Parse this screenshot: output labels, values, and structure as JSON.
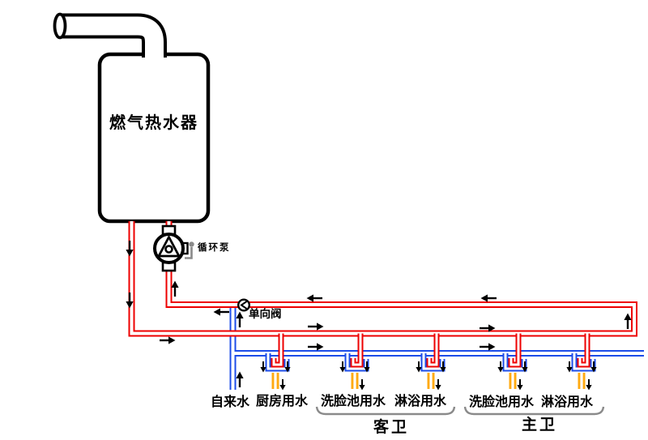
{
  "diagram": {
    "heater_label": "燃气热水器",
    "pump_label": "循环泵",
    "check_valve_label": "单向阀",
    "source_label": "自来水",
    "outlet_labels": [
      "厨房用水",
      "洗脸池用水",
      "淋浴用水",
      "洗脸池用水",
      "淋浴用水"
    ],
    "group_labels": [
      "客卫",
      "主卫"
    ]
  },
  "colors": {
    "hot_water": "#ee0000",
    "cold_water": "#1c4ce8",
    "mixed_water": "#ffaa11",
    "outline": "#000000",
    "cable_gray": "#8a8a8a"
  }
}
